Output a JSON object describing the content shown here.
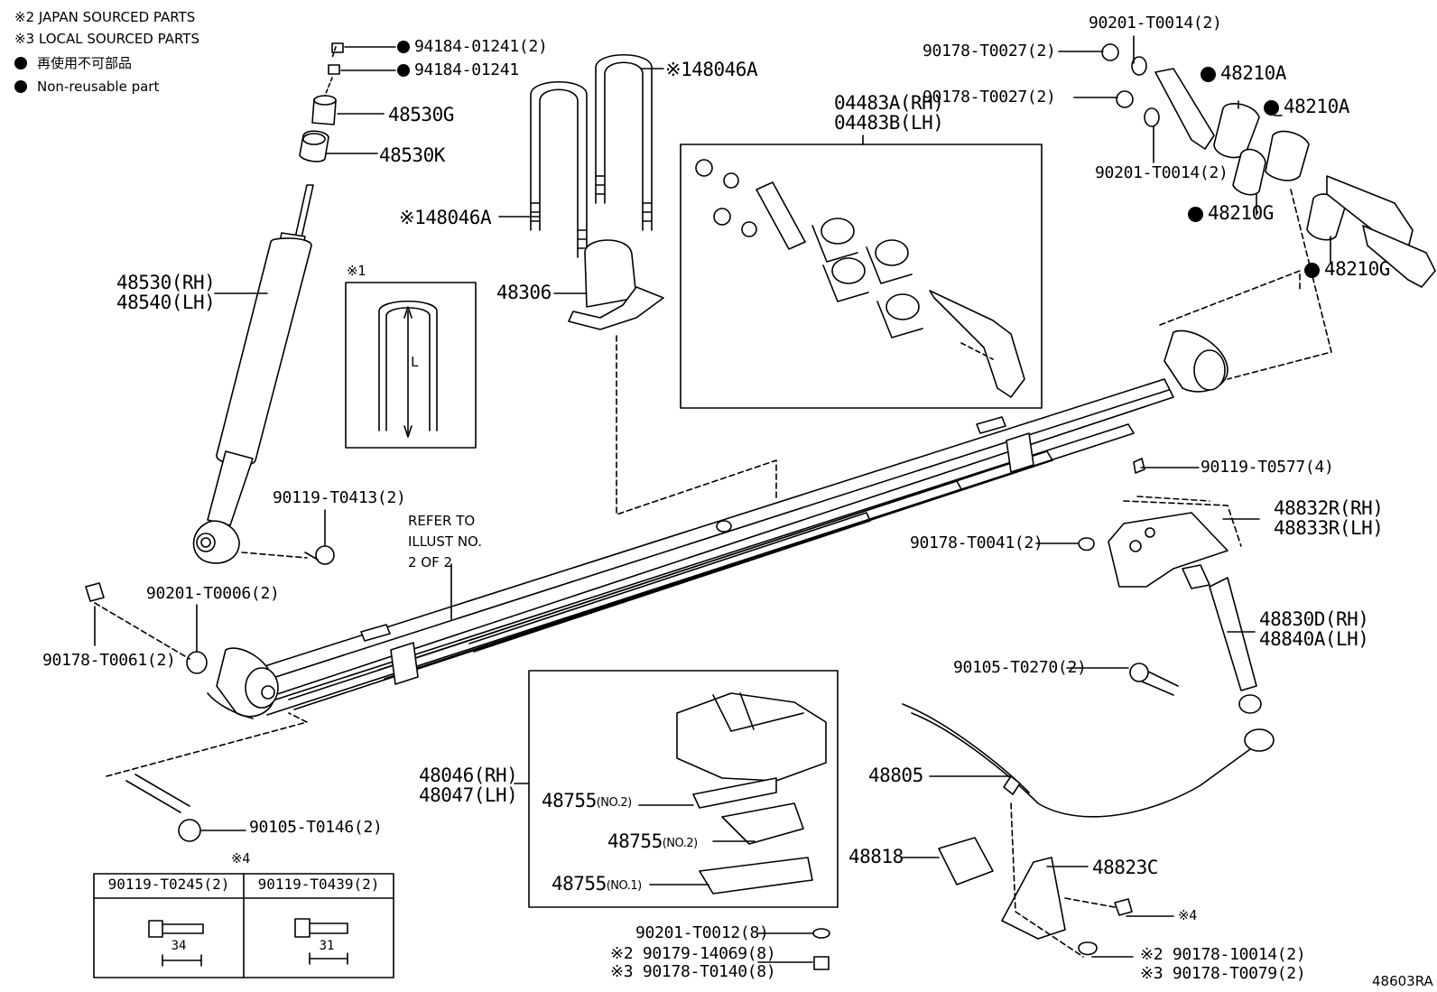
{
  "legend": {
    "note2": "※2 JAPAN SOURCED PARTS",
    "note3": "※3 LOCAL SOURCED PARTS",
    "nonreusable_jp": "再使用不可部品",
    "nonreusable_en": "Non-reusable part"
  },
  "labels": {
    "p94184_01241_2": "94184-01241(2)",
    "p94184_01241": "94184-01241",
    "p48530G": "48530G",
    "p48530K": "48530K",
    "p48530_rh": "48530(RH)",
    "p48540_lh": "48540(LH)",
    "p48046A_top": "※148046A",
    "p48046A_left": "※148046A",
    "p48306": "48306",
    "note1": "※1",
    "dim_L": "L",
    "p04483A": "04483A(RH)",
    "p04483B": "04483B(LH)",
    "p90201_T0014_top": "90201-T0014(2)",
    "p90178_T0027_a": "90178-T0027(2)",
    "p90178_T0027_b": "90178-T0027(2)",
    "p90201_T0014_mid": "90201-T0014(2)",
    "p48210A_a": "48210A",
    "p48210A_b": "48210A",
    "p48210G_a": "48210G",
    "p48210G_b": "48210G",
    "p90119_T0413": "90119-T0413(2)",
    "refer_1": "REFER TO",
    "refer_2": "ILLUST NO.",
    "refer_3": "2 OF 2",
    "p90201_T0006": "90201-T0006(2)",
    "p90178_T0061": "90178-T0061(2)",
    "p90105_T0146": "90105-T0146(2)",
    "note4": "※4",
    "tbl_c1": "90119-T0245(2)",
    "tbl_c2": "90119-T0439(2)",
    "tbl_d1": "34",
    "tbl_d2": "31",
    "p48046_rh": "48046(RH)",
    "p48047_lh": "48047(LH)",
    "p48755_a": "48755",
    "p48755_a_no": "(NO.2)",
    "p48755_b": "48755",
    "p48755_b_no": "(NO.2)",
    "p48755_c": "48755",
    "p48755_c_no": "(NO.1)",
    "p90201_T0012": "90201-T0012(8)",
    "p90179_14069": "※2 90179-14069(8)",
    "p90178_T0140": "※3 90178-T0140(8)",
    "p90119_T0577": "90119-T0577(4)",
    "p48832R": "48832R(RH)",
    "p48833R": "48833R(LH)",
    "p90178_T0041": "90178-T0041(2)",
    "p48830D": "48830D(RH)",
    "p48840A": "48840A(LH)",
    "p90105_T0270": "90105-T0270(2)",
    "p48805": "48805",
    "p48818": "48818",
    "p48823C": "48823C",
    "note4_ref": "※4",
    "p90178_10014": "※2 90178-10014(2)",
    "p90178_T0079": "※3 90178-T0079(2)",
    "illust_id": "48603RA"
  }
}
